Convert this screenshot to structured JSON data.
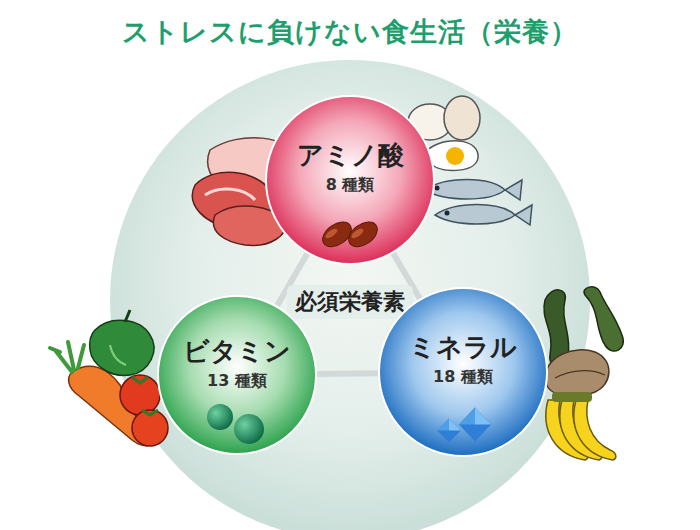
{
  "diagram": {
    "title": "ストレスに負けない食生活（栄養）",
    "nodes": [
      {
        "text": [
          "必須栄養素"
        ]
      },
      {
        "text": [
          "アミノ酸",
          "8 種類"
        ],
        "in": 0
      },
      {
        "text": [
          "ビタミン",
          "13 種類"
        ],
        "in": 0
      },
      {
        "text": [
          "ミネラル",
          "18 種類"
        ],
        "in": 0
      }
    ],
    "edges": [
      {
        "from": 1,
        "to": 2,
        "arrow": "none"
      },
      {
        "from": 1,
        "to": 3,
        "arrow": "none"
      },
      {
        "from": 2,
        "to": 3,
        "arrow": "none"
      }
    ]
  }
}
